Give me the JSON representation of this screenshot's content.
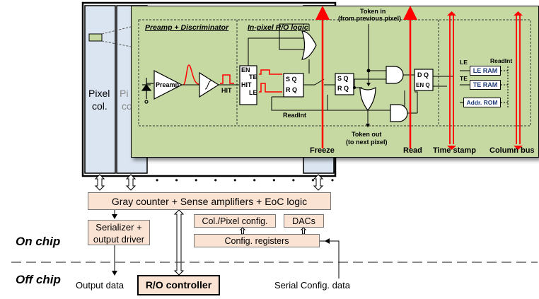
{
  "chip": {
    "pixel_col_label_1": "Pixel",
    "pixel_col_label_2": "col.",
    "pixel_col_clipped_1": "Pi",
    "pixel_col_clipped_2": "co",
    "dots": "• • • • • • • • • •",
    "eoc": "Gray counter + Sense amplifiers + EoC logic",
    "serializer_1": "Serializer +",
    "serializer_2": "output driver",
    "colpix_config": "Col./Pixel config.",
    "dacs": "DACs",
    "config_registers": "Config. registers",
    "on_chip": "On chip",
    "off_chip": "Off chip",
    "output_data": "Output data",
    "ro_controller": "R/O controller",
    "serial_config": "Serial Config. data"
  },
  "zoom": {
    "preamp_section": "Preamp + Discriminator",
    "inpixel_section": "In-pixel R/O logic",
    "preamp": "Preamp",
    "hit": "HIT",
    "en": "EN",
    "te": "TE",
    "hit_in": "HIT",
    "le": "LE",
    "sr1_s": "S Q",
    "sr1_r": "R Q",
    "sr2_s": "S Q",
    "sr2_r": "R Q",
    "dq": "D Q",
    "enq": "EN Q",
    "readint_bottom": "ReadInt",
    "token_in_1": "Token in",
    "token_in_2": "(from previous pixel)",
    "token_out_1": "Token out",
    "token_out_2": "(to next pixel)",
    "freeze": "Freeze",
    "read": "Read",
    "time_stamp": "Time stamp",
    "column_bus": "Column bus",
    "le_small": "LE",
    "te_small": "TE",
    "readint_right": "ReadInt",
    "le_ram": "LE RAM",
    "te_ram": "TE RAM",
    "addr_rom": "Addr. ROM"
  },
  "colors": {
    "zoom_fill": "#c6d9a2",
    "box_fill": "#fbe3d3",
    "chip_col_fill": "#dbe5f1",
    "signal_red": "#ff0000",
    "ram_text": "#1f3d7a"
  }
}
